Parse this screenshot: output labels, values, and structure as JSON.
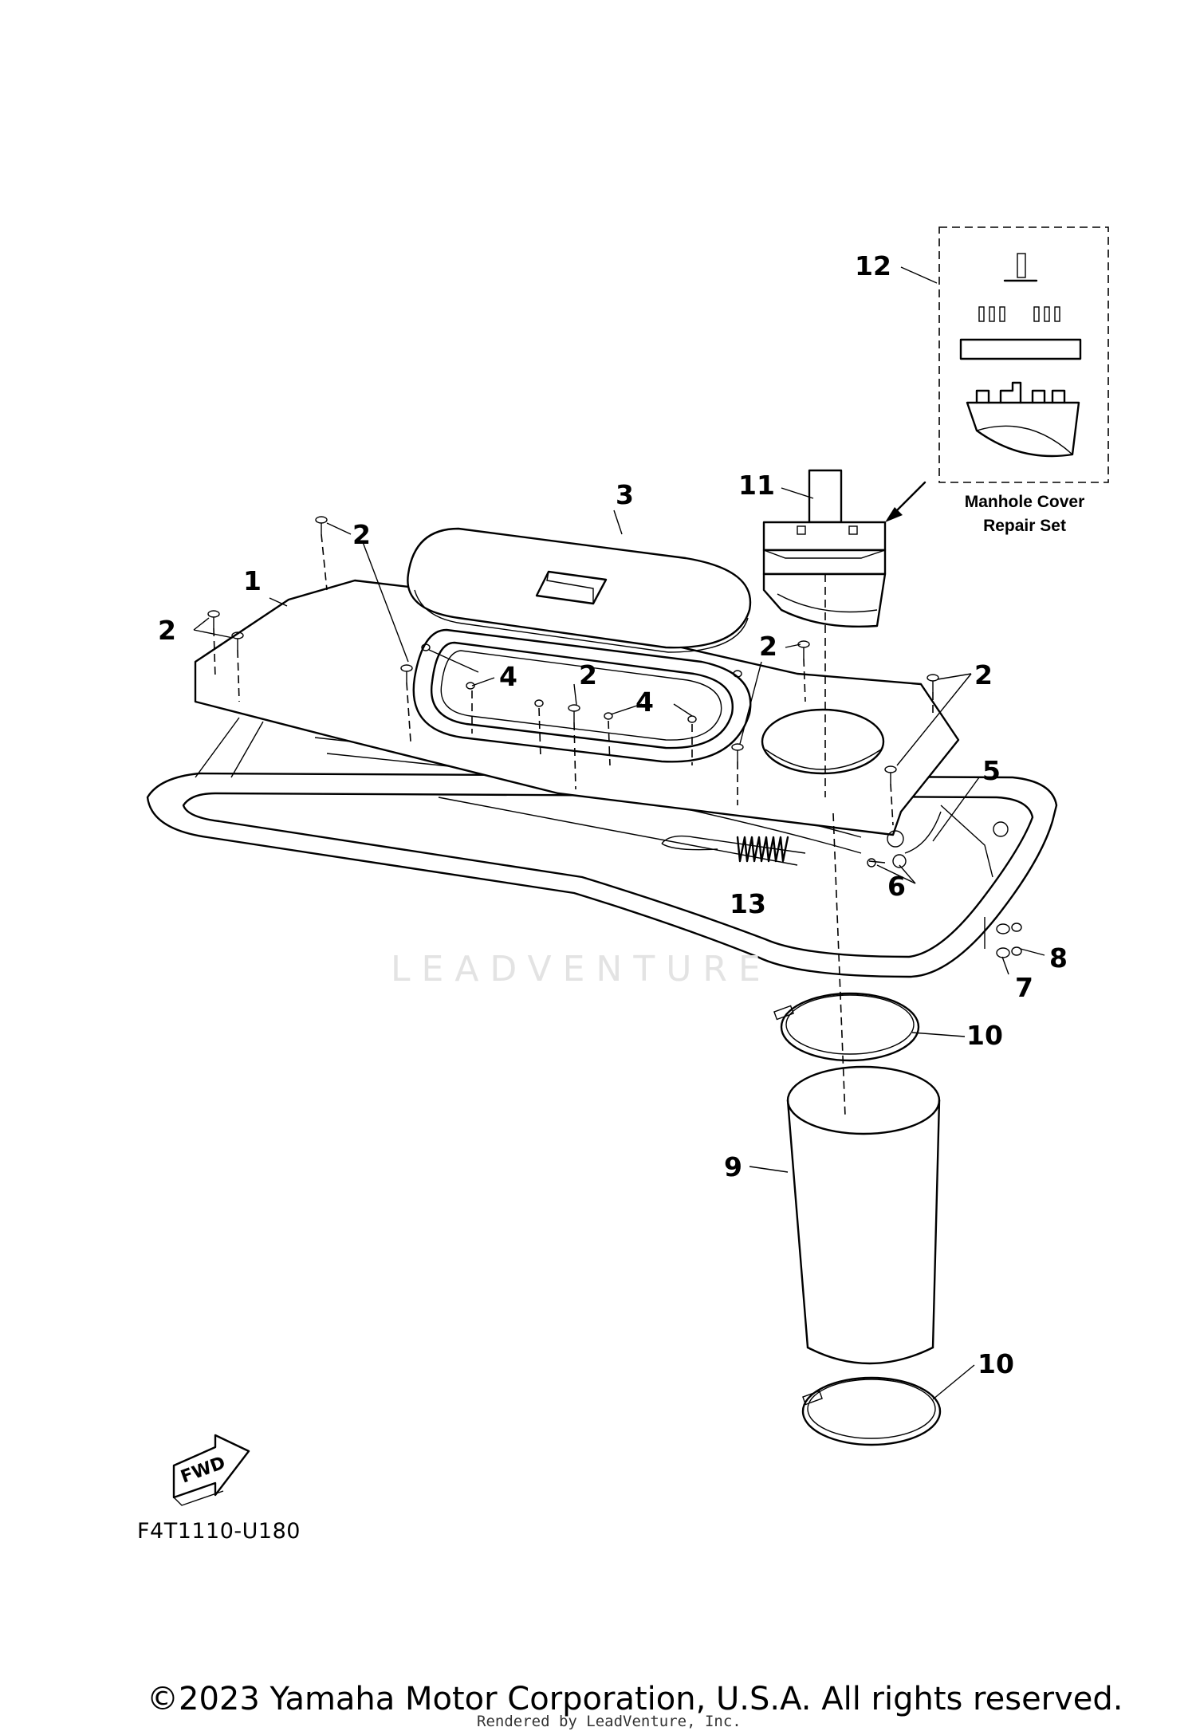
{
  "callouts": {
    "c1": "1",
    "c2a": "2",
    "c2b": "2",
    "c2c": "2",
    "c2d": "2",
    "c2e": "2",
    "c3": "3",
    "c4a": "4",
    "c4b": "4",
    "c5": "5",
    "c6": "6",
    "c7": "7",
    "c8": "8",
    "c9": "9",
    "c10a": "10",
    "c10b": "10",
    "c11": "11",
    "c12": "12",
    "c13": "13"
  },
  "repair_set": {
    "line1": "Manhole Cover",
    "line2": "Repair Set"
  },
  "fwd_label": "FWD",
  "drawing_code": "F4T1110-U180",
  "copyright": "©2023 Yamaha Motor Corporation, U.S.A. All rights reserved.",
  "rendered_by": "Rendered by LeadVenture, Inc.",
  "watermark": "LEADVENTURE"
}
